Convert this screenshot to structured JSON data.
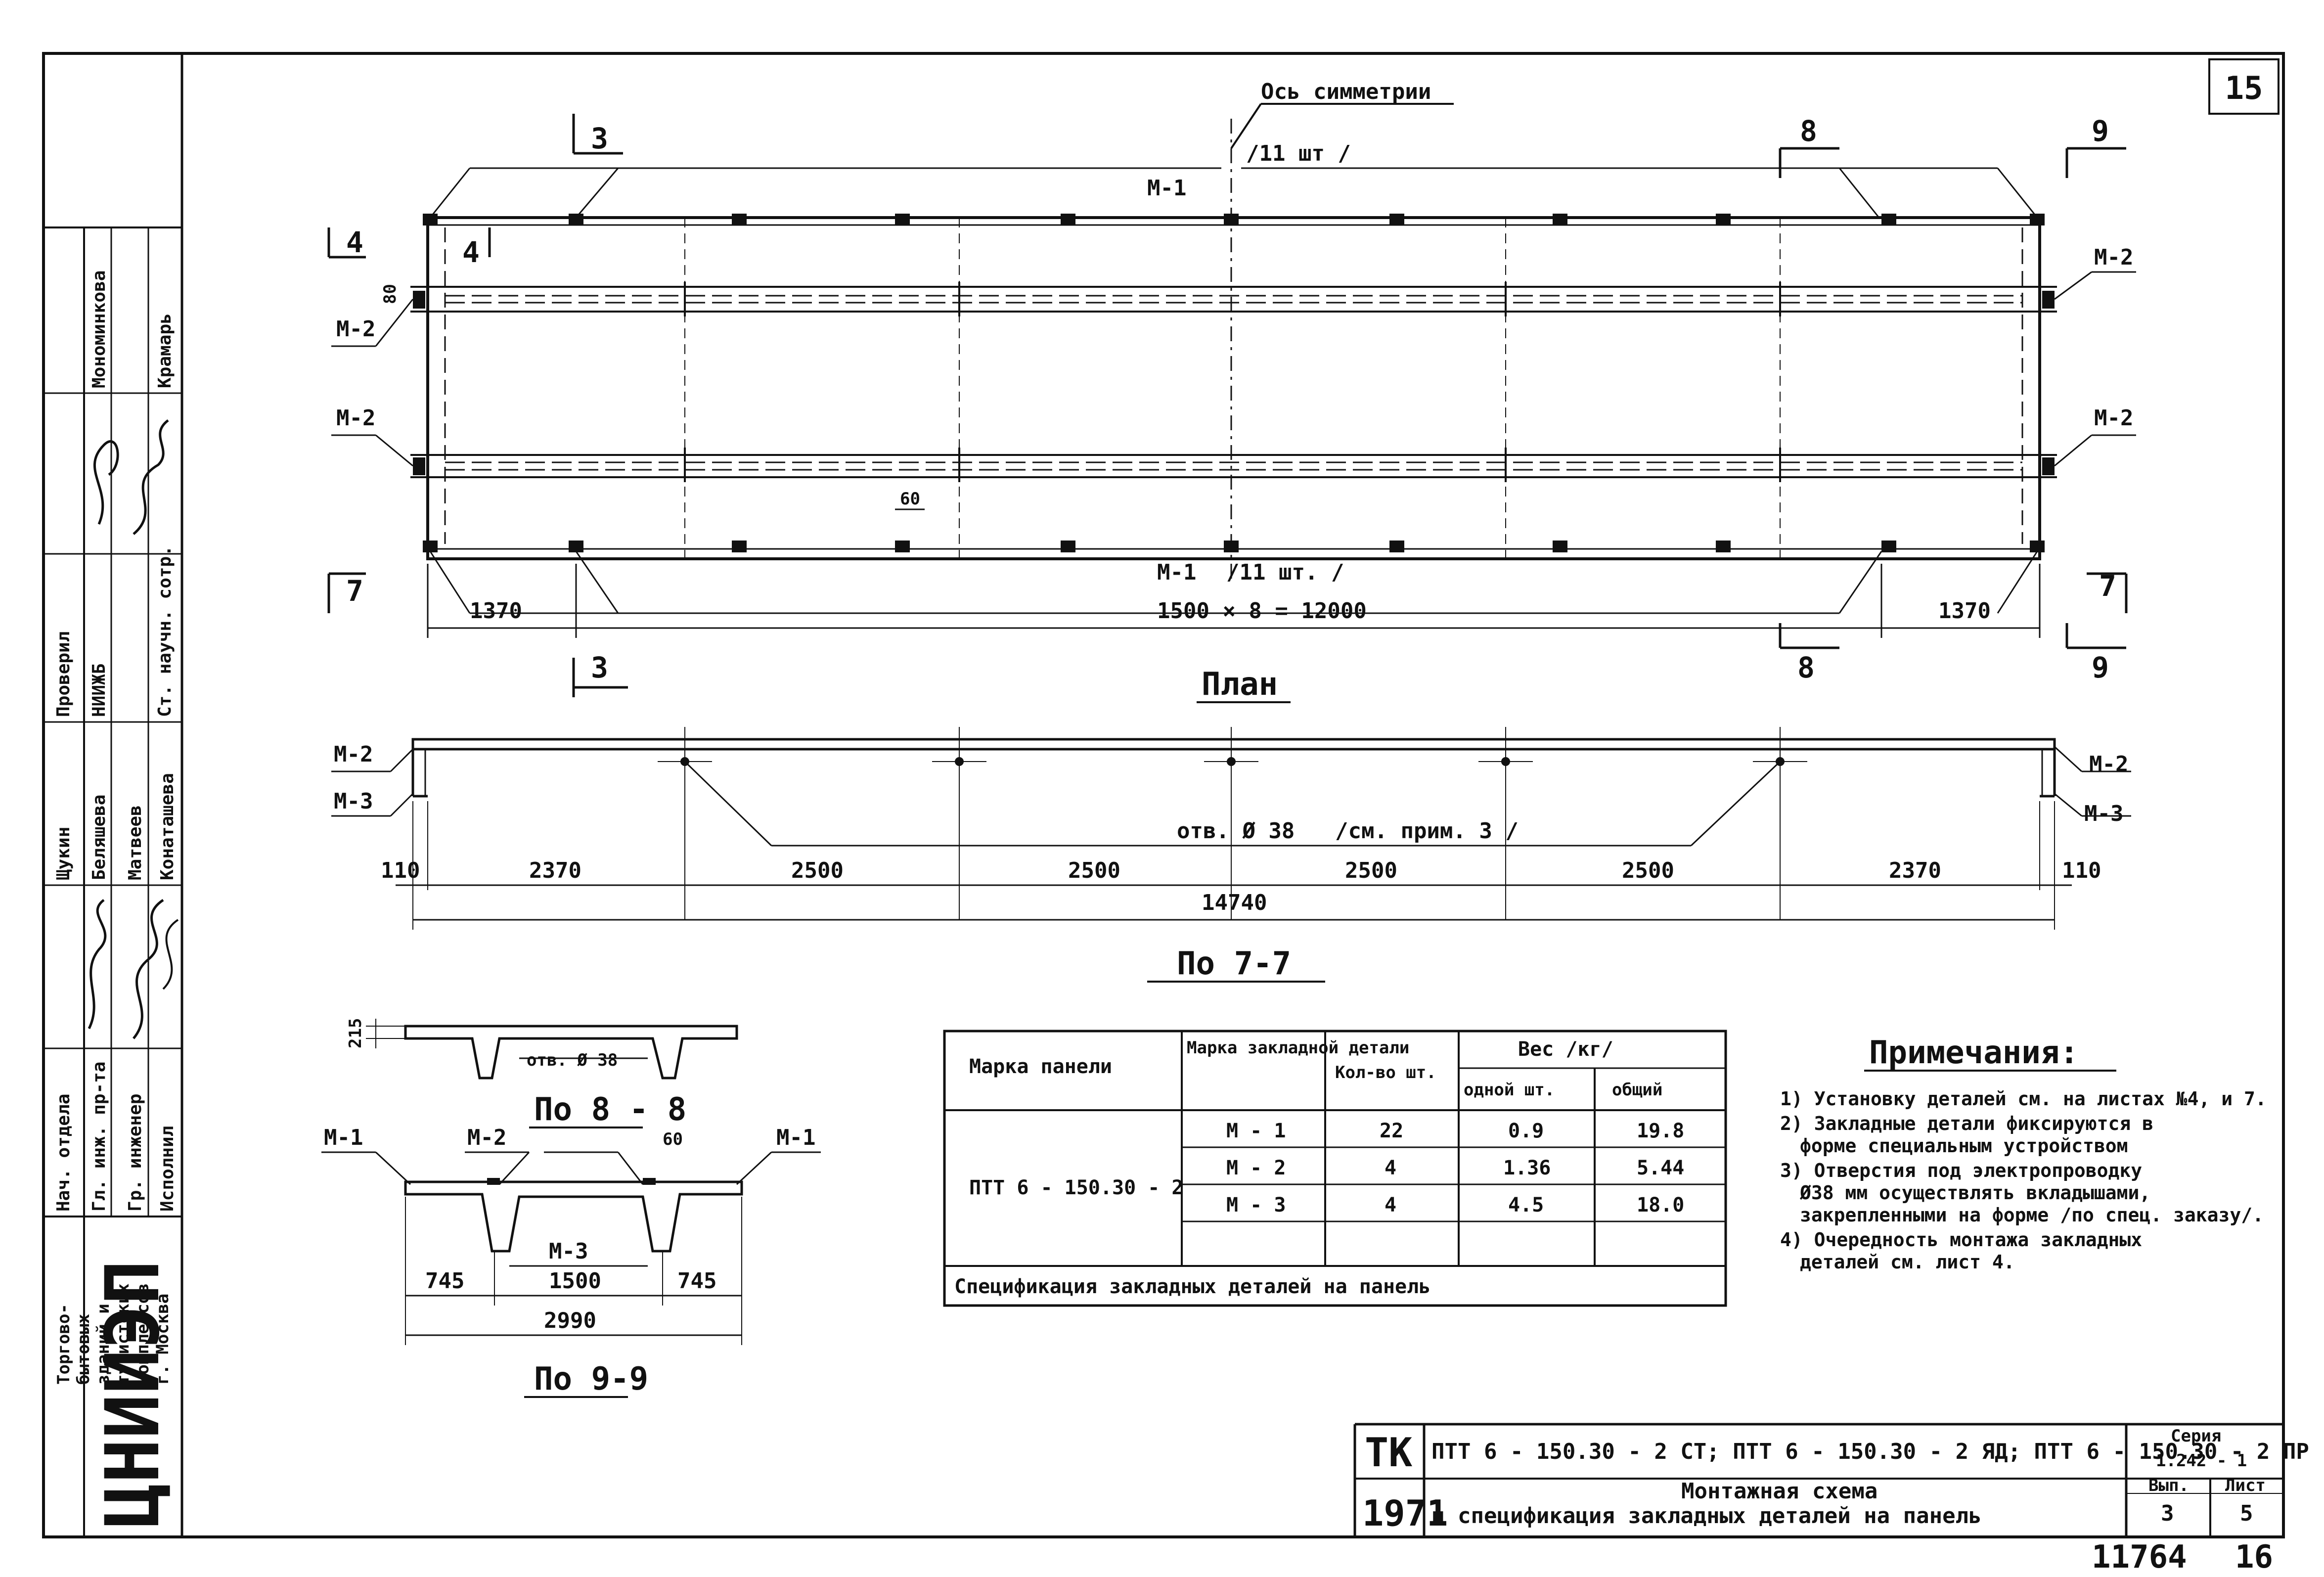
{
  "sheet": {
    "sheet_number": "15",
    "bottom_left_number": "11764",
    "bottom_right_number": "16"
  },
  "plan": {
    "title": "План",
    "axis_label": "Ось симметрии",
    "m1_top": "М-1",
    "m1_top_count": "/11 шт /",
    "m1_bottom": "М-1",
    "m1_bottom_count": "/11 шт. /",
    "m2_labels": [
      "М-2",
      "М-2",
      "М-2",
      "М-2"
    ],
    "section_marks": [
      "3",
      "3",
      "4",
      "4",
      "7",
      "7",
      "8",
      "8",
      "9",
      "9"
    ],
    "dim_left": "1370",
    "dim_middle": "1500 × 8 = 12000",
    "dim_right": "1370",
    "dim_small": "60",
    "dim_side": "80"
  },
  "section77": {
    "title": "По 7-7",
    "m2_left": "М-2",
    "m3_left": "М-3",
    "m2_right": "М-2",
    "m3_right": "М-3",
    "hole_label": "отв. Ø 38",
    "hole_note": "/см. прим. 3 /",
    "dims": [
      "110",
      "2370",
      "2500",
      "2500",
      "2500",
      "2500",
      "2370",
      "110"
    ],
    "total": "14740"
  },
  "section88": {
    "title": "По 8 - 8",
    "hole_label": "отв. Ø 38",
    "dim_height": "215"
  },
  "section99": {
    "title": "По 9-9",
    "m1_left": "М-1",
    "m2": "М-2",
    "m1_right": "М-1",
    "m3": "М-3",
    "dim_60": "60",
    "dims": [
      "745",
      "1500",
      "745"
    ],
    "total": "2990"
  },
  "spec_table": {
    "headers": {
      "panel_mark": "Марка панели",
      "part_mark": "Марка закладной детали",
      "qty": "Кол-во шт.",
      "weight": "Вес /кг/",
      "weight_one": "одной шт.",
      "weight_total": "общий"
    },
    "panel": "ПТТ 6 - 150.30 - 2",
    "rows": [
      {
        "mark": "М - 1",
        "qty": "22",
        "one": "0.9",
        "total": "19.8"
      },
      {
        "mark": "М - 2",
        "qty": "4",
        "one": "1.36",
        "total": "5.44"
      },
      {
        "mark": "М - 3",
        "qty": "4",
        "one": "4.5",
        "total": "18.0"
      }
    ],
    "caption": "Спецификация закладных деталей на панель"
  },
  "notes": {
    "title": "Примечания:",
    "lines": [
      "1) Установку деталей см. на листах №4, и 7.",
      "2) Закладные детали фиксируются в",
      "форме специальным устройством",
      "3) Отверстия под электропроводку",
      "Ø38 мм осуществлять вкладышами,",
      "закрепленными на форме /по спец. заказу/.",
      "4) Очередность монтажа закладных",
      "деталей см. лист 4."
    ]
  },
  "stamp": {
    "org_lines": [
      "Торгово-",
      "бытовых",
      "зданий и",
      "туристских",
      "комплексов",
      "г. Москва"
    ],
    "org_logo": "ЦНИИЭП",
    "roles": [
      "Нач. отдела",
      "Гл. инж. пр-та",
      "Гр. инженер",
      "Исполнил"
    ],
    "names": [
      "Щукин",
      "Беляшева",
      "Матвеев",
      "Конаташева"
    ],
    "check_role": "Проверил",
    "check_org": "НИИЖБ",
    "check_title": "Ст. научн. сотр.",
    "check_name": "Крамарь",
    "check_name2": "Мономинкова"
  },
  "title_block": {
    "code": "ТК",
    "year": "1971",
    "panels": "ПТТ 6 - 150.30 - 2 СТ;  ПТТ 6 - 150.30 - 2 ЯД;  ПТТ 6 - 150.30 - 2 ПР",
    "description_1": "Монтажная схема",
    "description_2": "и спецификация закладных деталей на панель",
    "series_label": "Серия",
    "series_value": "1.242 - 1",
    "issue_label": "Вып.",
    "issue_value": "3",
    "sheet_label": "Лист",
    "sheet_value": "5"
  }
}
